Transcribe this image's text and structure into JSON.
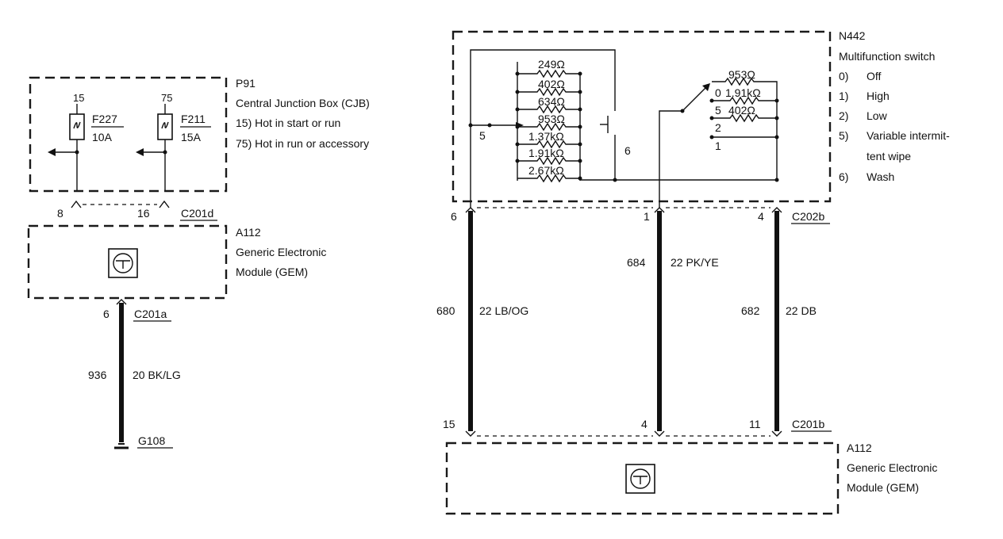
{
  "left": {
    "cjb": {
      "id": "P91",
      "name": "Central Junction Box (CJB)",
      "notes": [
        "15)  Hot in start or run",
        "75)  Hot in run or accessory"
      ],
      "fuses": [
        {
          "terminal": "15",
          "name": "F227",
          "rating": "10A"
        },
        {
          "terminal": "75",
          "name": "F211",
          "rating": "15A"
        }
      ]
    },
    "connector_top": {
      "pins": [
        "8",
        "16"
      ],
      "name": "C201d"
    },
    "gem": {
      "id": "A112",
      "line1": "Generic Electronic",
      "line2": "Module (GEM)"
    },
    "connector_bottom": {
      "pin": "6",
      "name": "C201a"
    },
    "wire": {
      "circuit": "936",
      "spec": "20 BK/LG"
    },
    "ground": "G108"
  },
  "right": {
    "switch": {
      "id": "N442",
      "name": "Multifunction switch",
      "positions": [
        {
          "num": "0)",
          "label": "Off"
        },
        {
          "num": "1)",
          "label": "High"
        },
        {
          "num": "2)",
          "label": "Low"
        },
        {
          "num": "5)",
          "label": "Variable intermit-"
        },
        {
          "num": "",
          "label": "tent wipe"
        },
        {
          "num": "6)",
          "label": "Wash"
        }
      ],
      "resistors_left": [
        "249Ω",
        "402Ω",
        "634Ω",
        "953Ω",
        "1.37kΩ",
        "1.91kΩ",
        "2.67kΩ"
      ],
      "resistors_right": [
        "953Ω",
        "1.91kΩ",
        "402Ω"
      ],
      "contact_labels": [
        "0",
        "5",
        "2",
        "1"
      ],
      "internal_labels": [
        "5",
        "6"
      ]
    },
    "connector_top": {
      "name": "C202b",
      "pins": [
        "6",
        "1",
        "4"
      ]
    },
    "wires": [
      {
        "circuit": "680",
        "spec": "22 LB/OG"
      },
      {
        "circuit": "684",
        "spec": "22 PK/YE"
      },
      {
        "circuit": "682",
        "spec": "22 DB"
      }
    ],
    "connector_bottom": {
      "name": "C201b",
      "pins": [
        "15",
        "4",
        "11"
      ]
    },
    "gem": {
      "id": "A112",
      "line1": "Generic Electronic",
      "line2": "Module (GEM)"
    }
  }
}
